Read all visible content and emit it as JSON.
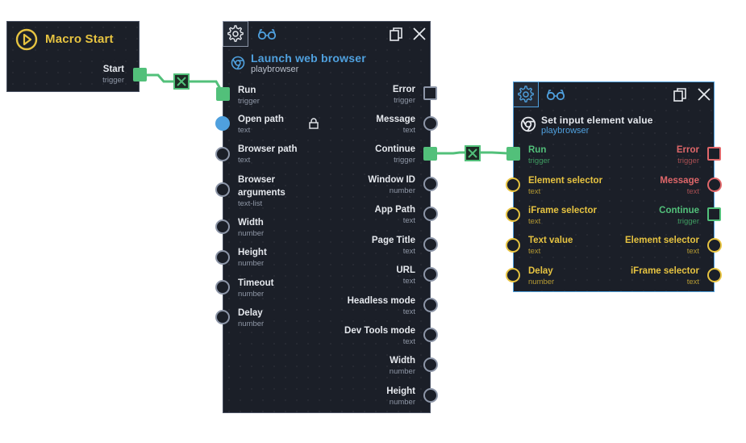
{
  "colors": {
    "node_bg": "#1b1f28",
    "text_white": "#e6e9ee",
    "text_muted": "#8f97a6",
    "accent_blue": "#4fa0de",
    "flow_green": "#52c07a",
    "yellow": "#e6c341",
    "red": "#e0676a"
  },
  "macro_start": {
    "title": "Macro Start",
    "port_label": "Start",
    "port_type": "trigger"
  },
  "launch": {
    "title": "Launch web browser",
    "subtitle": "playbrowser",
    "inputs": [
      {
        "label": "Run",
        "type": "trigger"
      },
      {
        "label": "Open path",
        "type": "text"
      },
      {
        "label": "Browser path",
        "type": "text"
      },
      {
        "label": "Browser",
        "label2": "arguments",
        "type": "text-list"
      },
      {
        "label": "Width",
        "type": "number"
      },
      {
        "label": "Height",
        "type": "number"
      },
      {
        "label": "Timeout",
        "type": "number"
      },
      {
        "label": "Delay",
        "type": "number"
      }
    ],
    "outputs": [
      {
        "label": "Error",
        "type": "trigger"
      },
      {
        "label": "Message",
        "type": "text"
      },
      {
        "label": "Continue",
        "type": "trigger"
      },
      {
        "label": "Window ID",
        "type": "number"
      },
      {
        "label": "App Path",
        "type": "text"
      },
      {
        "label": "Page Title",
        "type": "text"
      },
      {
        "label": "URL",
        "type": "text"
      },
      {
        "label": "Headless mode",
        "type": "text"
      },
      {
        "label": "Dev Tools mode",
        "type": "text"
      },
      {
        "label": "Width",
        "type": "number"
      },
      {
        "label": "Height",
        "type": "number"
      }
    ]
  },
  "set_input": {
    "title": "Set input element value",
    "subtitle": "playbrowser",
    "inputs": [
      {
        "label": "Run",
        "type": "trigger"
      },
      {
        "label": "Element selector",
        "type": "text"
      },
      {
        "label": "iFrame selector",
        "type": "text"
      },
      {
        "label": "Text value",
        "type": "text"
      },
      {
        "label": "Delay",
        "type": "number"
      }
    ],
    "outputs": [
      {
        "label": "Error",
        "type": "trigger"
      },
      {
        "label": "Message",
        "type": "text"
      },
      {
        "label": "Continue",
        "type": "trigger"
      },
      {
        "label": "Element selector",
        "type": "text"
      },
      {
        "label": "iFrame selector",
        "type": "text"
      }
    ]
  }
}
